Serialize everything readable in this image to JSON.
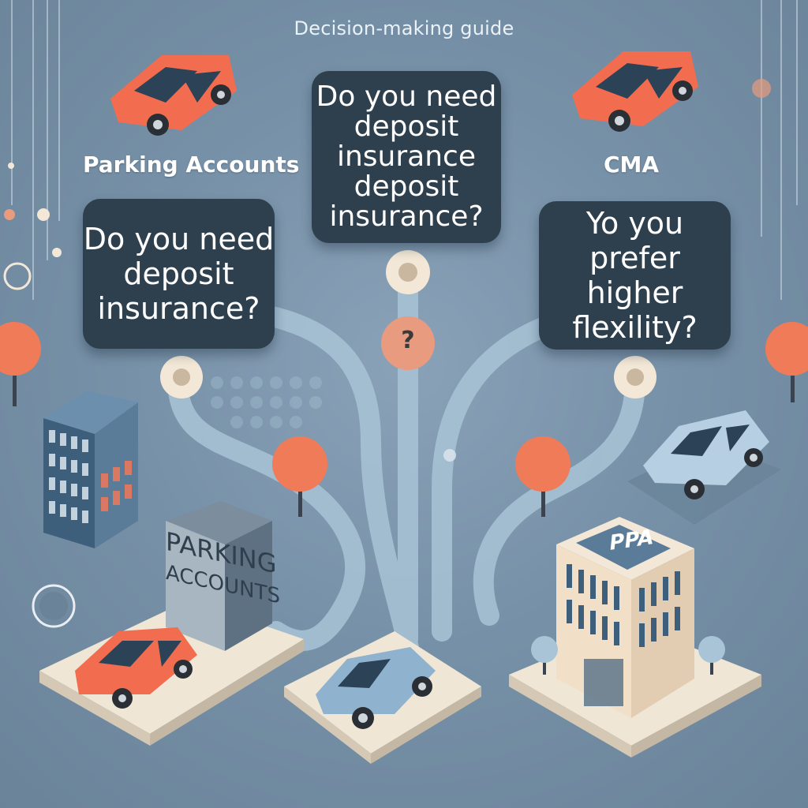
{
  "title": "Decision-making guide",
  "labels": {
    "left": "Parking Accounts",
    "right": "CMA"
  },
  "questions": {
    "top": {
      "line1": "Do you need",
      "line2": "deposit",
      "line3": "insurance",
      "line4": "deposit",
      "line5": "insurance?"
    },
    "left": {
      "line1": "Do you need",
      "line2": "deposit",
      "line3": "insurance?"
    },
    "right": {
      "line1": "Yo you prefer",
      "line2": "higher",
      "line3": "flexility?"
    }
  },
  "center_marker": "?",
  "buildings": {
    "parking_sign_line1": "PARKING",
    "parking_sign_line2": "ACCOUNTS",
    "right_roof_sign": "PPA"
  },
  "colors": {
    "background": "#7791a8",
    "bubble": "#2e3f4e",
    "car_orange": "#f26d4f",
    "car_blue": "#9ec0d8",
    "path": "#a9c4d6",
    "tree": "#f07b58"
  }
}
